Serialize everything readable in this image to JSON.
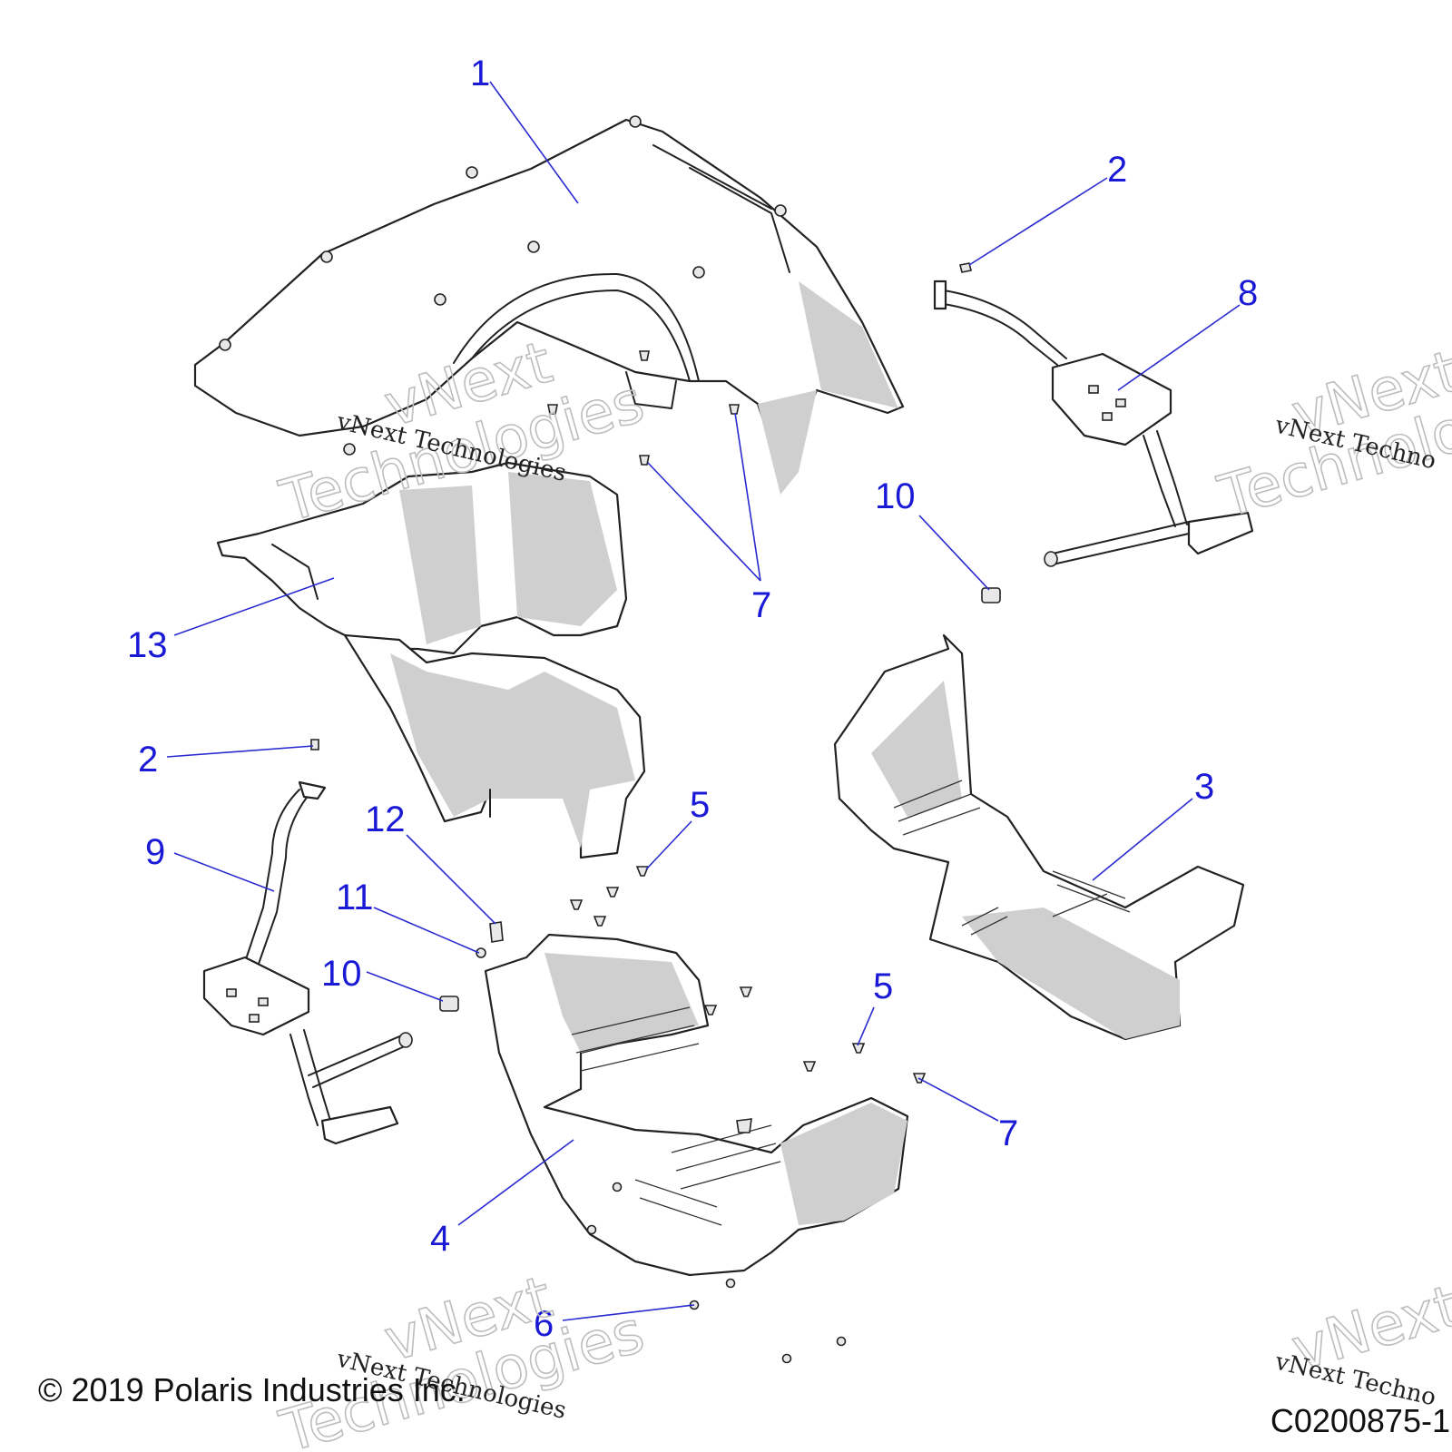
{
  "callouts": [
    {
      "id": "c1",
      "label": "1"
    },
    {
      "id": "c2a",
      "label": "2"
    },
    {
      "id": "c2b",
      "label": "2"
    },
    {
      "id": "c3",
      "label": "3"
    },
    {
      "id": "c4",
      "label": "4"
    },
    {
      "id": "c5a",
      "label": "5"
    },
    {
      "id": "c5b",
      "label": "5"
    },
    {
      "id": "c6",
      "label": "6"
    },
    {
      "id": "c7a",
      "label": "7"
    },
    {
      "id": "c7b",
      "label": "7"
    },
    {
      "id": "c8",
      "label": "8"
    },
    {
      "id": "c9",
      "label": "9"
    },
    {
      "id": "c10a",
      "label": "10"
    },
    {
      "id": "c10b",
      "label": "10"
    },
    {
      "id": "c11",
      "label": "11"
    },
    {
      "id": "c12",
      "label": "12"
    },
    {
      "id": "c13",
      "label": "13"
    }
  ],
  "watermark": {
    "line1": "vNext Technologies",
    "big_line1": "vNext",
    "big_line2": "Technologies",
    "right_line1": "vNext Techno",
    "right_big1": "vNext",
    "right_big2": "Technolo"
  },
  "footer": {
    "copyright": "© 2019 Polaris Industries Inc.",
    "figure_id": "C0200875-1"
  },
  "colors": {
    "callout": "#1a1ad6",
    "shading": "#cfcfcf"
  }
}
